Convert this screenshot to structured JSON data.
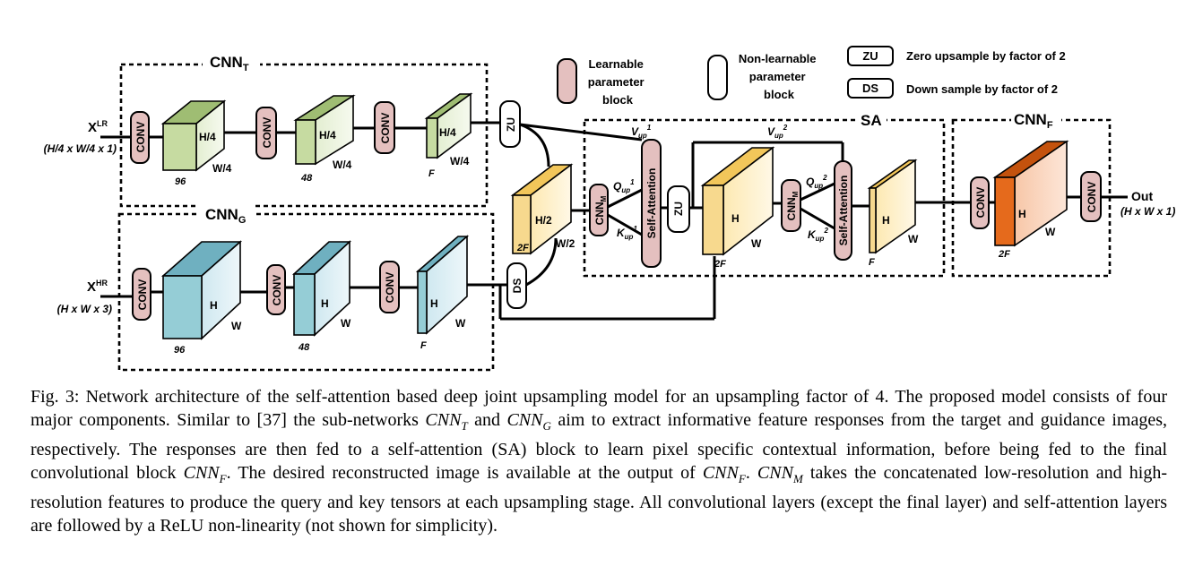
{
  "legend": {
    "learnable": [
      "Learnable",
      "parameter",
      "block"
    ],
    "nonlearnable": [
      "Non-learnable",
      "parameter",
      "block"
    ],
    "zu": {
      "abbr": "ZU",
      "text": "Zero upsample by factor of 2"
    },
    "ds": {
      "abbr": "DS",
      "text": "Down sample  by factor of 2"
    }
  },
  "groups": {
    "cnn_t": {
      "main": "CNN",
      "sub": "T"
    },
    "cnn_g": {
      "main": "CNN",
      "sub": "G"
    },
    "sa": {
      "main": "SA"
    },
    "cnn_f": {
      "main": "CNN",
      "sub": "F"
    }
  },
  "inputs": {
    "xlr": {
      "main": "X",
      "sup": "LR",
      "dims": "(H/4 x W/4 x 1)"
    },
    "xhr": {
      "main": "X",
      "sup": "HR",
      "dims": "(H x W x 3)"
    }
  },
  "output": {
    "label": "Out",
    "dims": "(H x W x 1)"
  },
  "blocks": {
    "conv": "CONV",
    "zu": "ZU",
    "ds": "DS",
    "self_attention": "Self-Attention",
    "cnnm_main": "CNN",
    "cnnm_sub": "M"
  },
  "tensors": {
    "t1": {
      "h": "H/4",
      "w": "W/4",
      "c": "96"
    },
    "t2": {
      "h": "H/4",
      "w": "W/4",
      "c": "48"
    },
    "t3": {
      "h": "H/4",
      "w": "W/4",
      "c": "F"
    },
    "g1": {
      "h": "H",
      "w": "W",
      "c": "96"
    },
    "g2": {
      "h": "H",
      "w": "W",
      "c": "48"
    },
    "g3": {
      "h": "H",
      "w": "W",
      "c": "F"
    },
    "c1": {
      "h": "H/2",
      "w": "W/2",
      "c": "2F"
    },
    "c2": {
      "h": "H",
      "w": "W",
      "c": "2F"
    },
    "s1": {
      "h": "H",
      "w": "W",
      "c": "F"
    },
    "f1": {
      "h": "H",
      "w": "W",
      "c": "2F"
    }
  },
  "signals": {
    "q1": {
      "main": "Q",
      "sub": "up",
      "sup": "1"
    },
    "k1": {
      "main": "K",
      "sub": "up",
      "sup": "1"
    },
    "v1": {
      "main": "V",
      "sub": "up",
      "sup": "1"
    },
    "q2": {
      "main": "Q",
      "sub": "up",
      "sup": "2"
    },
    "k2": {
      "main": "K",
      "sub": "up",
      "sup": "2"
    },
    "v2": {
      "main": "V",
      "sub": "up",
      "sup": "2"
    }
  },
  "caption": {
    "p1": "Fig. 3: Network architecture of the self-attention based deep joint upsampling model for an upsampling factor of 4. The proposed model consists of four major components. Similar to [37] the sub-networks ",
    "m1": "CNN",
    "m1sub": "T",
    "p2": " and ",
    "m2": "CNN",
    "m2sub": "G",
    "p3": " aim to extract informative feature responses from the target and guidance images, respectively. The responses are then fed to a self-attention (SA) block to learn pixel specific contextual information, before being fed to the final convolutional block ",
    "m3": "CNN",
    "m3sub": "F",
    "p4": ". The desired reconstructed image is available at the output of ",
    "m4": "CNN",
    "m4sub": "F",
    "p5": ". ",
    "m5": "CNN",
    "m5sub": "M",
    "p6": " takes the concatenated low-resolution and high-resolution features to produce the query and key tensors at each upsampling stage. All convolutional layers (except the final layer) and self-attention layers are followed by a ReLU non-linearity (not shown for simplicity)."
  },
  "colors": {
    "learnable": "#e4c0bf",
    "green_front": "#c6dba1",
    "green_side": "#e9f2dc",
    "green_top": "#9fbd73",
    "blue_front": "#95cdd6",
    "blue_side": "#dceef4",
    "blue_top": "#6fb0c0",
    "yellow_front": "#f7d98e",
    "yellow_side": "#fff4d6",
    "yellow_top": "#f2c65a",
    "orange_front": "#e56a1c",
    "orange_side": "#fbd9c5",
    "orange_top": "#c4520d"
  }
}
